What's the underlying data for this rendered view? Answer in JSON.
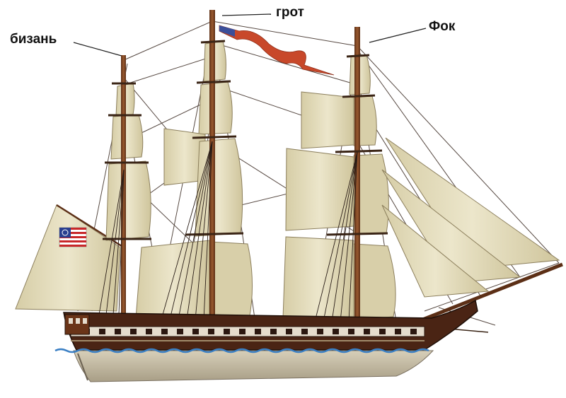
{
  "labels": {
    "mizzen": "бизань",
    "main": "грот",
    "fore": "Фок"
  },
  "colors": {
    "sail": "#e4ddbe",
    "sail_shade": "#c9bf96",
    "hull_wood": "#5a2c1a",
    "hull_dark": "#2b1710",
    "hull_bottom": "#c8bfa8",
    "mast": "#7a4324",
    "rigging": "#3a2a22",
    "water": "#3a7fc4",
    "pennant": "#c8482a"
  },
  "icons": {
    "flag": "us-flag-icon",
    "pennant": "pennant-icon"
  }
}
